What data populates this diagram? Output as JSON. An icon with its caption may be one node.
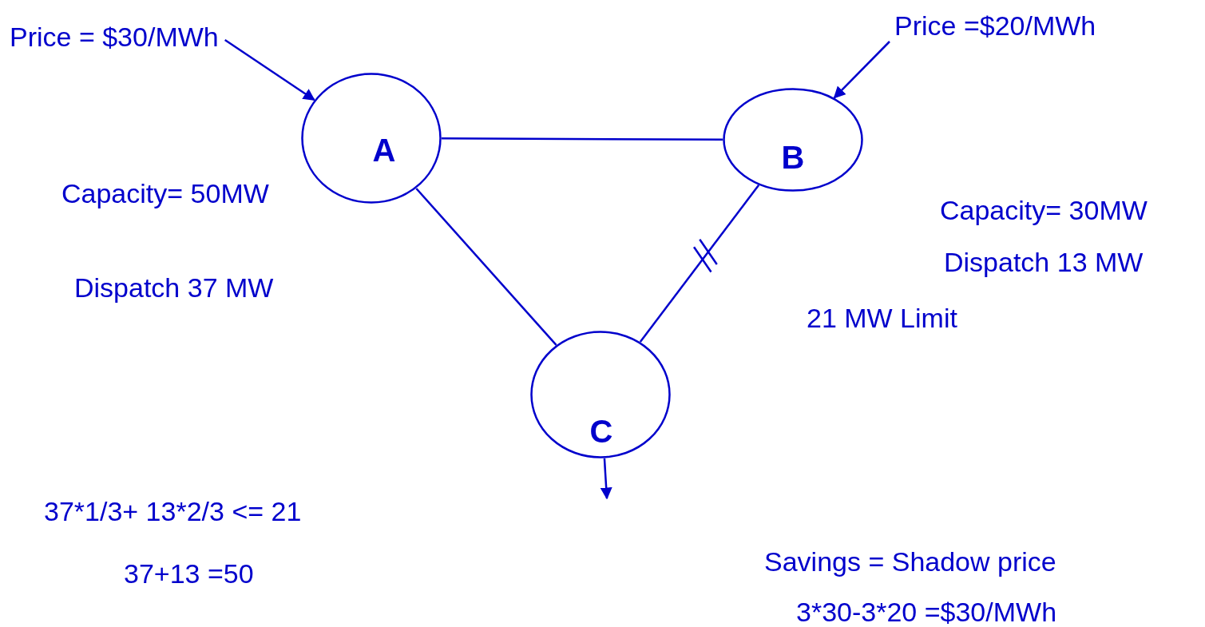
{
  "diagram": {
    "nodes": [
      {
        "text": [
          "Price = $30/MWh"
        ]
      },
      {
        "text": [
          "Price =$20/MWh"
        ]
      },
      {
        "text": [
          "A"
        ]
      },
      {
        "text": [
          "B"
        ]
      },
      {
        "text": [
          "C"
        ]
      }
    ],
    "edges": [
      {
        "from": 0,
        "to": 2,
        "arrow": "to"
      },
      {
        "from": 1,
        "to": 3,
        "arrow": "to"
      },
      {
        "from": 2,
        "to": 3,
        "arrow": "none"
      },
      {
        "from": 2,
        "to": 4,
        "arrow": "none"
      },
      {
        "from": 3,
        "to": 4,
        "arrow": "none"
      },
      {
        "from": 4,
        "to": null,
        "arrow": "to"
      }
    ],
    "labels": [
      "Capacity= 50MW",
      "Capacity= 30MW",
      "Dispatch 13 MW",
      "Dispatch 37 MW",
      "21 MW Limit",
      "37*1/3+ 13*2/3 <= 21",
      "Savings = Shadow price",
      "37+13 =50",
      "3*30-3*20 =$30/MWh"
    ]
  }
}
